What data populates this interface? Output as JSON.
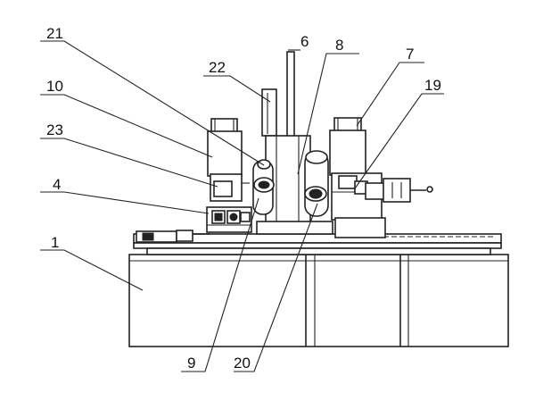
{
  "labels": {
    "l1": "1",
    "l4": "4",
    "l6": "6",
    "l7": "7",
    "l8": "8",
    "l9": "9",
    "l10": "10",
    "l19": "19",
    "l20": "20",
    "l21": "21",
    "l22": "22",
    "l23": "23"
  }
}
